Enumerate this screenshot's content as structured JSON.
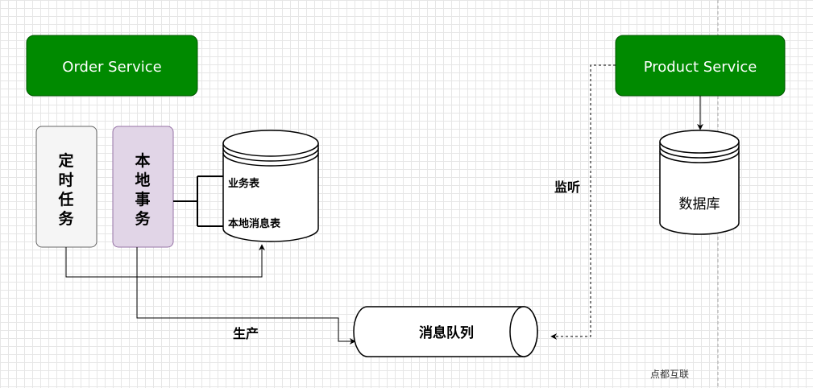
{
  "diagram": {
    "order_service": "Order Service",
    "product_service": "Product Service",
    "scheduled_task": [
      "定",
      "时",
      "任",
      "务"
    ],
    "local_transaction": [
      "本",
      "地",
      "事",
      "务"
    ],
    "order_db": {
      "business_table": "业务表",
      "local_message_table": "本地消息表"
    },
    "product_db": "数据库",
    "message_queue": "消息队列",
    "edge_produce": "生产",
    "edge_listen": "监听",
    "watermark": "点都互联"
  },
  "colors": {
    "service_fill": "#008a00",
    "service_stroke": "#005700",
    "task_fill": "#f5f5f5",
    "transaction_fill": "#e1d5e7",
    "transaction_stroke": "#9673a6"
  }
}
